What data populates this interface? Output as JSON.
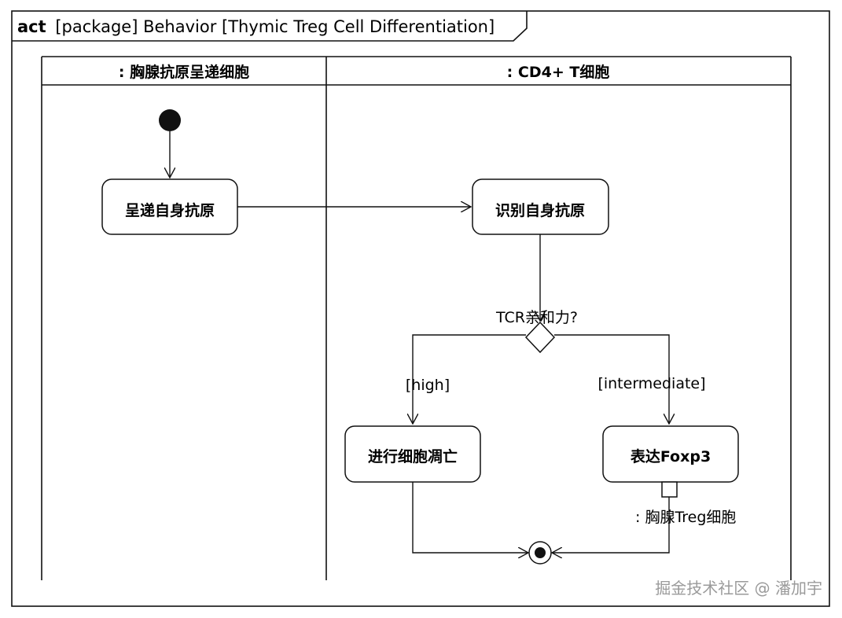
{
  "frame": {
    "kind": "act",
    "title": "[package] Behavior [Thymic Treg Cell Differentiation]"
  },
  "lanes": [
    {
      "label": ": 胸腺抗原呈递细胞"
    },
    {
      "label": ": CD4+  T细胞"
    }
  ],
  "nodes": {
    "present": "呈递自身抗原",
    "recognize": "识别自身抗原",
    "decision": "TCR亲和力?",
    "apoptosis": "进行细胞凋亡",
    "express": "表达Foxp3"
  },
  "guards": {
    "high": "[high]",
    "intermediate": "[intermediate]"
  },
  "pin": {
    "label": ": 胸腺Treg细胞"
  },
  "watermark": "掘金技术社区 @ 潘加宇"
}
